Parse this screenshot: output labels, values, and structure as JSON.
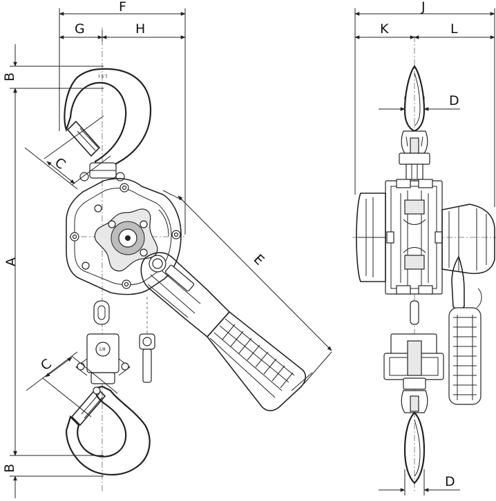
{
  "dimension_labels": {
    "A": "A",
    "B": "B",
    "C": "C",
    "D": "D",
    "E": "E",
    "F": "F",
    "G": "G",
    "H": "H",
    "J": "J",
    "K": "K",
    "L": "L"
  },
  "hook_marking": "1.5 t",
  "body_marking": "1/8"
}
